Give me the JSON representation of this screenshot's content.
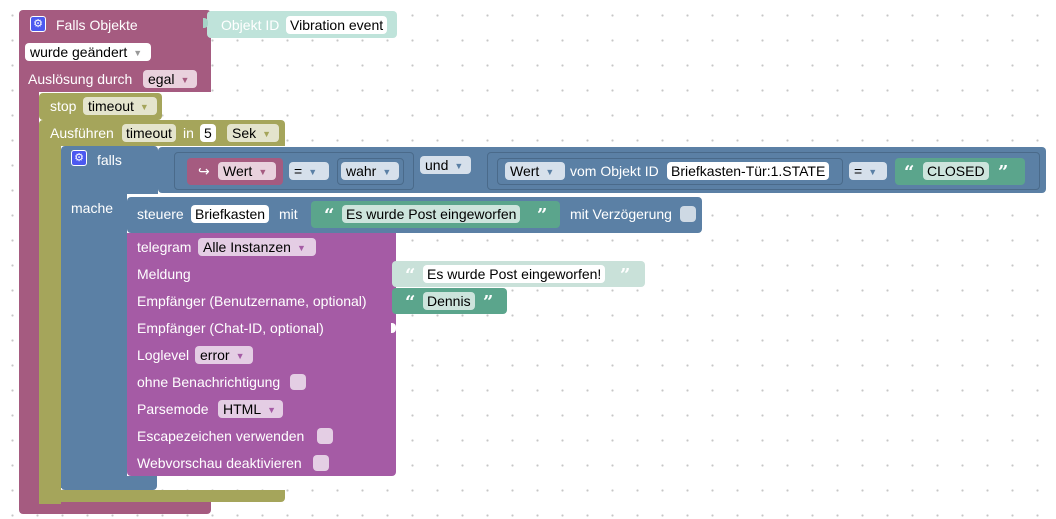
{
  "trigger": {
    "title": "Falls Objekte",
    "objekt_id_label": "Objekt ID",
    "objekt_id_value": "Vibration event",
    "change_value": "wurde geändert",
    "trigger_label": "Auslösung durch",
    "trigger_value": "egal"
  },
  "stop": {
    "label": "stop",
    "value": "timeout"
  },
  "timeout": {
    "label": "Ausführen",
    "name": "timeout",
    "in_label": "in",
    "number": "5",
    "unit": "Sek"
  },
  "if_block": {
    "falls_label": "falls",
    "mache_label": "mache",
    "var_name": "Wert",
    "compare_op": "=",
    "bool_value": "wahr",
    "logic_op": "und",
    "wert_label": "Wert",
    "from_label": "vom Objekt ID",
    "object_id": "Briefkasten-Tür:1.STATE",
    "compare_op2": "=",
    "text_closed": "CLOSED"
  },
  "control": {
    "label": "steuere",
    "target": "Briefkasten",
    "mit_label": "mit",
    "text": "Es wurde Post eingeworfen",
    "delay_label": "mit Verzögerung"
  },
  "telegram": {
    "label": "telegram",
    "instance": "Alle Instanzen",
    "message_label": "Meldung",
    "message_text": "Es wurde Post eingeworfen!",
    "recipient_label": "Empfänger (Benutzername, optional)",
    "recipient_text": "Dennis",
    "chatid_label": "Empfänger (Chat-ID, optional)",
    "loglevel_label": "Loglevel",
    "loglevel_value": "error",
    "silent_label": "ohne Benachrichtigung",
    "parsemode_label": "Parsemode",
    "parsemode_value": "HTML",
    "escape_label": "Escapezeichen verwenden",
    "preview_label": "Webvorschau deaktivieren"
  },
  "icons": {
    "gear": "gear-icon",
    "quote_open": "“",
    "quote_close": "”",
    "arrow": "▼",
    "var_get": "↪"
  },
  "colors": {
    "event_block": "#a55b80",
    "timer_block": "#a5a55b",
    "logic_block": "#5b80a5",
    "text_block": "#5ba58c",
    "telegram_block": "#a55ba5",
    "variable_block": "#a55b80",
    "object_id_block": "#bfe3da"
  }
}
